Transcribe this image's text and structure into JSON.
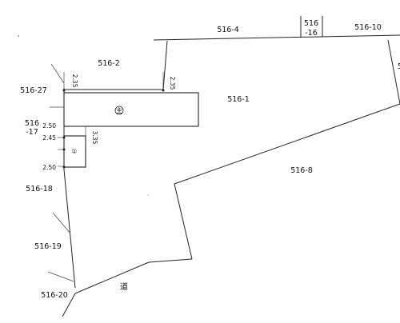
{
  "lots": {
    "lot_516_4": "516-4",
    "lot_516_16_a": "516",
    "lot_516_16_b": "-16",
    "lot_516_10": "516-10",
    "lot_516_2": "516-2",
    "lot_516_1": "516-1",
    "lot_516_27": "516-27",
    "lot_516_17_a": "516",
    "lot_516_17_b": "-17",
    "lot_516_8": "516-8",
    "lot_516_18": "516-18",
    "lot_516_19": "516-19",
    "lot_516_20": "516-20",
    "lot_edge_right": "5"
  },
  "road_label": "道",
  "buildings": {
    "main_symbol": "主",
    "annex_symbol": "①"
  },
  "dimensions": {
    "left_top": "2.35",
    "right_top": "2.35",
    "left_mid": "2.50",
    "left_lower": "2.45",
    "annex_height": "3.35",
    "left_bottom": "2.50"
  }
}
